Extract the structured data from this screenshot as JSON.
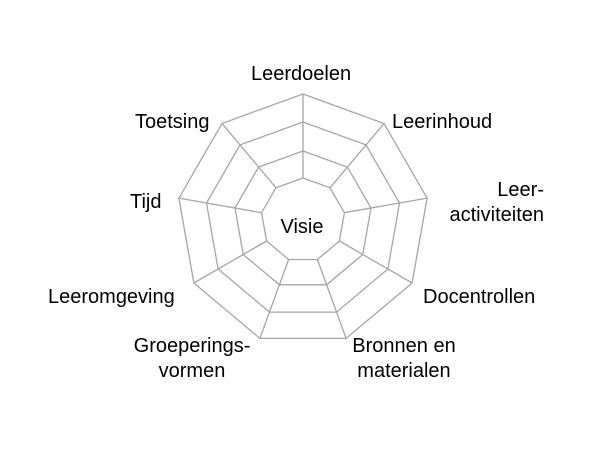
{
  "diagram": {
    "center_label": "Visie",
    "spokes": [
      {
        "id": "leerdoelen",
        "lines": [
          "Leerdoelen"
        ]
      },
      {
        "id": "leerinhoud",
        "lines": [
          "Leerinhoud"
        ]
      },
      {
        "id": "leeractiviteiten",
        "lines": [
          "Leer-",
          "activiteiten"
        ]
      },
      {
        "id": "docentrollen",
        "lines": [
          "Docentrollen"
        ]
      },
      {
        "id": "bronnen-en-materialen",
        "lines": [
          "Bronnen en",
          "materialen"
        ]
      },
      {
        "id": "groeperingsvormen",
        "lines": [
          "Groeperings-",
          "vormen"
        ]
      },
      {
        "id": "leeromgeving",
        "lines": [
          "Leeromgeving"
        ]
      },
      {
        "id": "tijd",
        "lines": [
          "Tijd"
        ]
      },
      {
        "id": "toetsing",
        "lines": [
          "Toetsing"
        ]
      }
    ],
    "colors": {
      "web_line": "#a6a6a6",
      "text": "#000000"
    }
  }
}
